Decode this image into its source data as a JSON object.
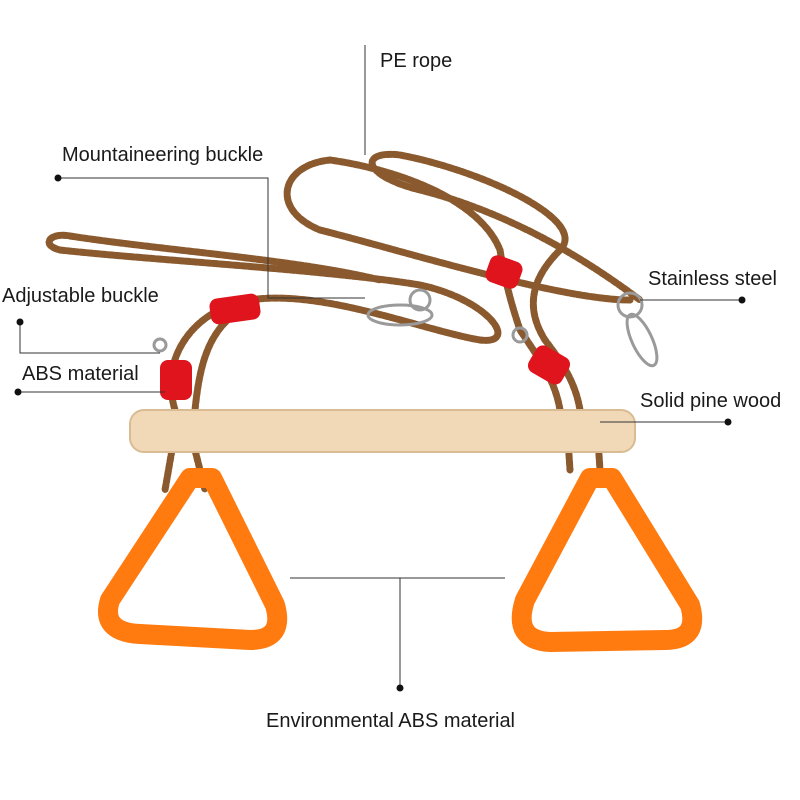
{
  "labels": {
    "pe_rope": "PE rope",
    "mountaineering_buckle": "Mountaineering buckle",
    "adjustable_buckle": "Adjustable buckle",
    "abs_material": "ABS material",
    "stainless_steel": "Stainless steel",
    "solid_pine_wood": "Solid pine wood",
    "environmental_abs": "Environmental ABS material"
  },
  "colors": {
    "rope": "#8a5a2e",
    "buckle": "#e0141c",
    "wood": "#f1d9b8",
    "ring": "#ff7a0f",
    "steel": "#9a9a9a",
    "line": "#333333"
  }
}
